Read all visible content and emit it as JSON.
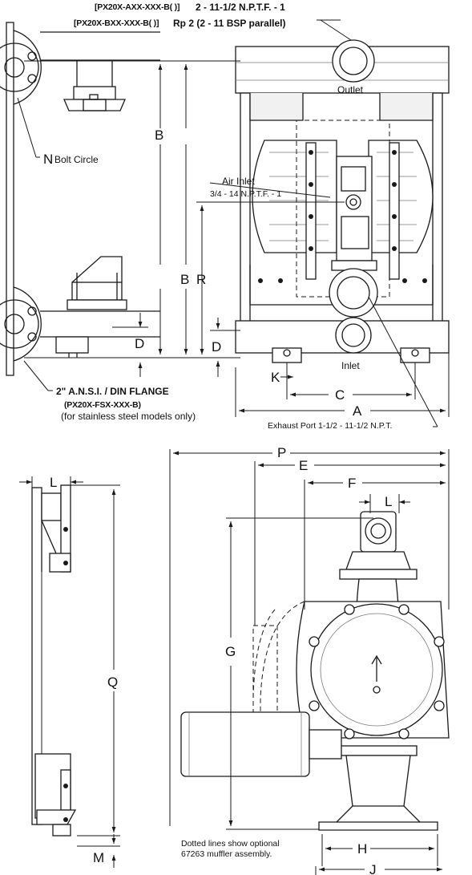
{
  "colors": {
    "line": "#1a1a1a",
    "light": "#bdbdbd",
    "mid": "#7a7a7a",
    "fill": "#f1f1f1",
    "white": "#ffffff"
  },
  "header": {
    "outlet_a_code": "[PX20X-AXX-XXX-B( )]",
    "outlet_a_spec": "2 - 11-1/2 N.P.T.F. - 1",
    "outlet_b_code": "[PX20X-BXX-XXX-B( )]",
    "outlet_b_spec": "Rp 2 (2 - 11 BSP parallel)"
  },
  "labels": {
    "outlet": "Outlet",
    "inlet": "Inlet",
    "bolt_circle_letter": "N",
    "bolt_circle": "Bolt Circle",
    "air_inlet": "Air Inlet",
    "air_inlet_spec": "3/4 - 14 N.P.T.F. - 1",
    "flange": "2\" A.N.S.I. / DIN FLANGE",
    "flange_code": "(PX20X-FSX-XXX-B)",
    "flange_note": "(for stainless steel models only)",
    "exhaust": "Exhaust Port 1-1/2 - 11-1/2 N.P.T.",
    "muffler_note_1": "Dotted lines show optional",
    "muffler_note_2": "67263 muffler assembly."
  },
  "dims": {
    "A": "A",
    "B": "B",
    "C": "C",
    "D": "D",
    "E": "E",
    "F": "F",
    "G": "G",
    "H": "H",
    "J": "J",
    "K": "K",
    "L": "L",
    "M": "M",
    "P": "P",
    "Q": "Q",
    "R": "R"
  }
}
